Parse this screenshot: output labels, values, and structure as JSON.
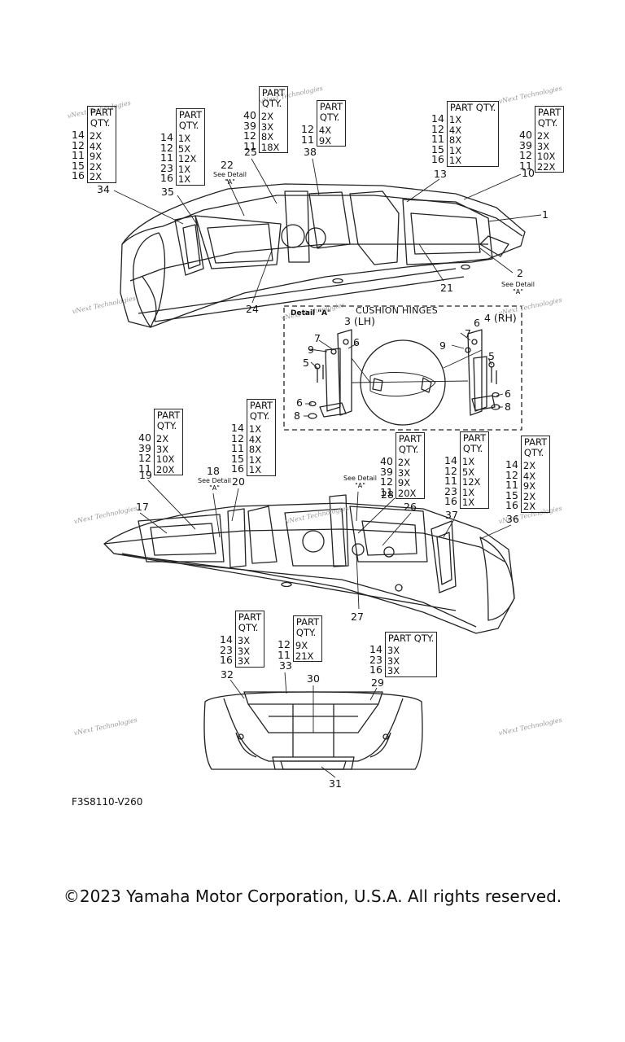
{
  "diagram_code": "F3S8110-V260",
  "copyright": "©2023 Yamaha Motor Corporation, U.S.A. All rights reserved.",
  "watermark": "vNext Technologies",
  "detail_title": "CUSHION HINGES",
  "detail_label": "Detail \"A\"",
  "qty_header_two_line": [
    "PART",
    "QTY."
  ],
  "qty_header_one_line": "PART QTY.",
  "tables": [
    {
      "parts": [
        "14",
        "12",
        "11",
        "15",
        "16"
      ],
      "qty": [
        "2X",
        "4X",
        "9X",
        "2X",
        "2X"
      ],
      "callout": "34"
    },
    {
      "parts": [
        "14",
        "12",
        "11",
        "23",
        "16"
      ],
      "qty": [
        "1X",
        "5X",
        "12X",
        "1X",
        "1X"
      ],
      "callout": "35"
    },
    {
      "parts": [
        "40",
        "39",
        "12",
        "11"
      ],
      "qty": [
        "2X",
        "3X",
        "8X",
        "18X"
      ],
      "callout": "25"
    },
    {
      "parts": [
        "12",
        "11"
      ],
      "qty": [
        "4X",
        "9X"
      ],
      "callout": "38"
    },
    {
      "parts": [
        "14",
        "12",
        "11",
        "15",
        "16"
      ],
      "qty": [
        "1X",
        "4X",
        "8X",
        "1X",
        "1X"
      ],
      "callout": "13"
    },
    {
      "parts": [
        "40",
        "39",
        "12",
        "11"
      ],
      "qty": [
        "2X",
        "3X",
        "10X",
        "22X"
      ],
      "callout": "10"
    },
    {
      "parts": [
        "40",
        "39",
        "12",
        "11"
      ],
      "qty": [
        "2X",
        "3X",
        "10X",
        "20X"
      ],
      "callout": "19"
    },
    {
      "parts": [
        "14",
        "12",
        "11",
        "15",
        "16"
      ],
      "qty": [
        "1X",
        "4X",
        "8X",
        "1X",
        "1X"
      ],
      "callout": "20"
    },
    {
      "parts": [
        "40",
        "39",
        "12",
        "11"
      ],
      "qty": [
        "2X",
        "3X",
        "9X",
        "20X"
      ],
      "callout": "28"
    },
    {
      "parts": [
        "14",
        "12",
        "11",
        "23",
        "16"
      ],
      "qty": [
        "1X",
        "5X",
        "12X",
        "1X",
        "1X"
      ],
      "callout": "37"
    },
    {
      "parts": [
        "14",
        "12",
        "11",
        "15",
        "16"
      ],
      "qty": [
        "2X",
        "4X",
        "9X",
        "2X",
        "2X"
      ],
      "callout": "36"
    },
    {
      "parts": [
        "14",
        "23",
        "16"
      ],
      "qty": [
        "3X",
        "3X",
        "3X"
      ],
      "callout": "32"
    },
    {
      "parts": [
        "12",
        "11"
      ],
      "qty": [
        "9X",
        "21X"
      ],
      "callout": "33"
    },
    {
      "parts": [
        "14",
        "23",
        "16"
      ],
      "qty": [
        "3X",
        "3X",
        "3X"
      ],
      "callout": "29"
    }
  ],
  "callouts": {
    "c22": "22",
    "c1": "1",
    "c2": "2",
    "c21": "21",
    "c24": "24",
    "c18": "18",
    "c17": "17",
    "c26": "26",
    "c27": "27",
    "c30": "30",
    "c31": "31",
    "d3": "3 (LH)",
    "d4": "4 (RH)",
    "d5a": "5",
    "d5b": "5",
    "d6a": "6",
    "d6b": "6",
    "d6c": "6",
    "d6d": "6",
    "d7a": "7",
    "d7b": "7",
    "d8a": "8",
    "d8b": "8",
    "d9a": "9",
    "d9b": "9"
  },
  "see_detail": [
    "See Detail",
    "\"A\""
  ]
}
